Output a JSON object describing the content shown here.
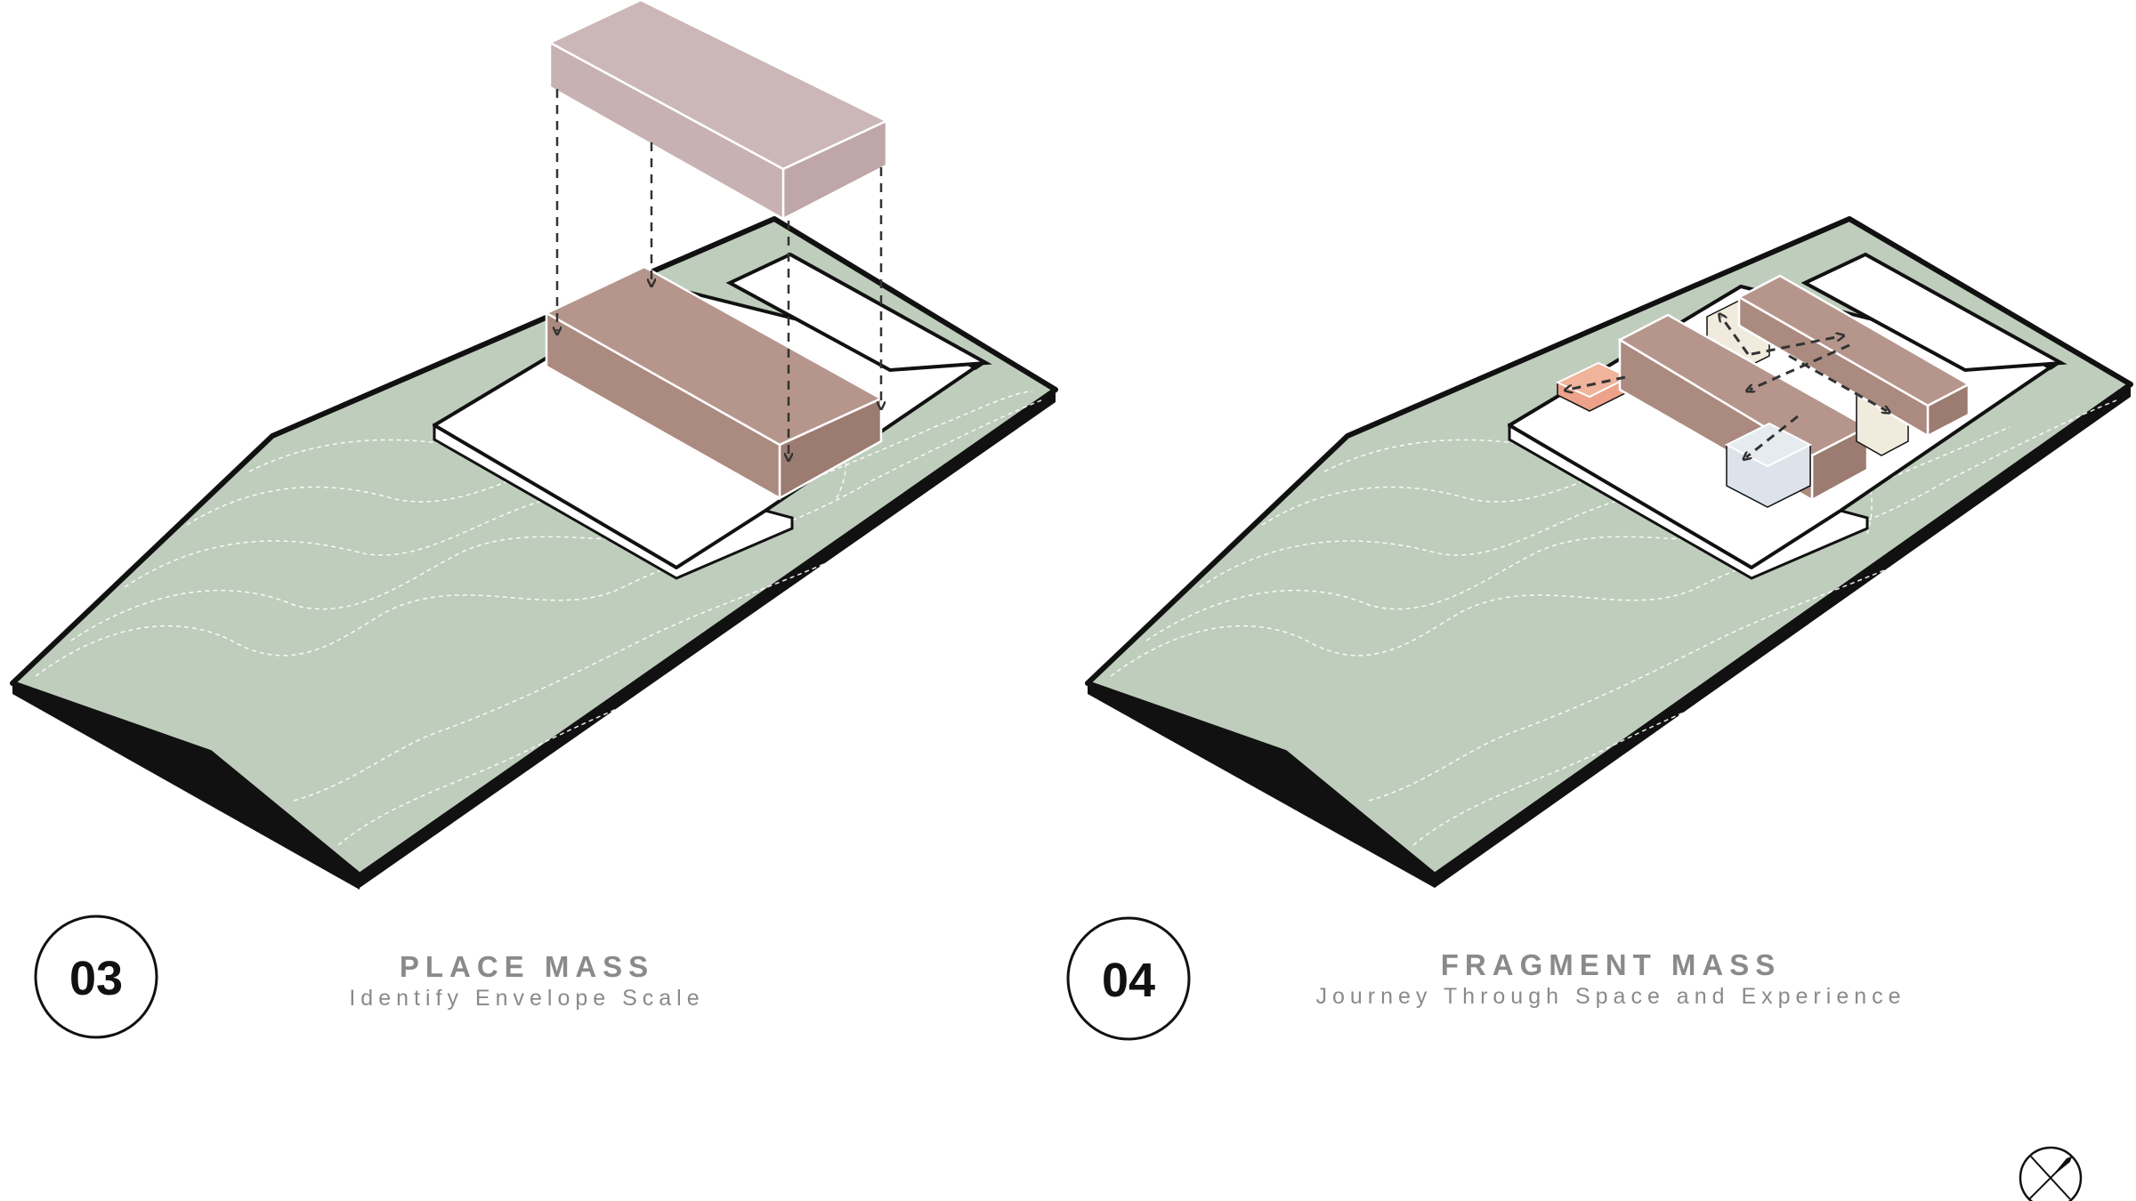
{
  "colors": {
    "terrain": "#bfcdbc",
    "contour": "#ffffff",
    "outline": "#111111",
    "mass": "#ab8a80",
    "mass_top": "#c7b1b3",
    "accent_orange": "#eca38a",
    "accent_cream": "#f0ebdd",
    "accent_glass": "#dde3ea"
  },
  "panels": [
    {
      "number": "03",
      "title": "PLACE MASS",
      "subtitle": "Identify Envelope Scale"
    },
    {
      "number": "04",
      "title": "FRAGMENT MASS",
      "subtitle": "Journey Through Space and Experience"
    }
  ],
  "north_arrow": {
    "icon": "north-arrow-icon"
  }
}
